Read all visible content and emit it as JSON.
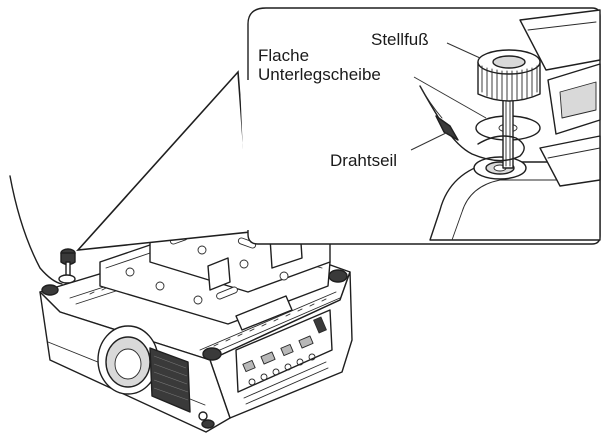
{
  "callout": {
    "labels": {
      "adjuster_foot": "Stellfuß",
      "flat_washer_line1": "Flache",
      "flat_washer_line2": "Unterlegscheibe",
      "wire_rope": "Drahtseil"
    }
  },
  "figure": {
    "subject": "projector-illustration",
    "parts": [
      "projector-body",
      "ceiling-bracket",
      "lens",
      "adjuster-foot",
      "flat-washer",
      "wire-rope"
    ]
  }
}
